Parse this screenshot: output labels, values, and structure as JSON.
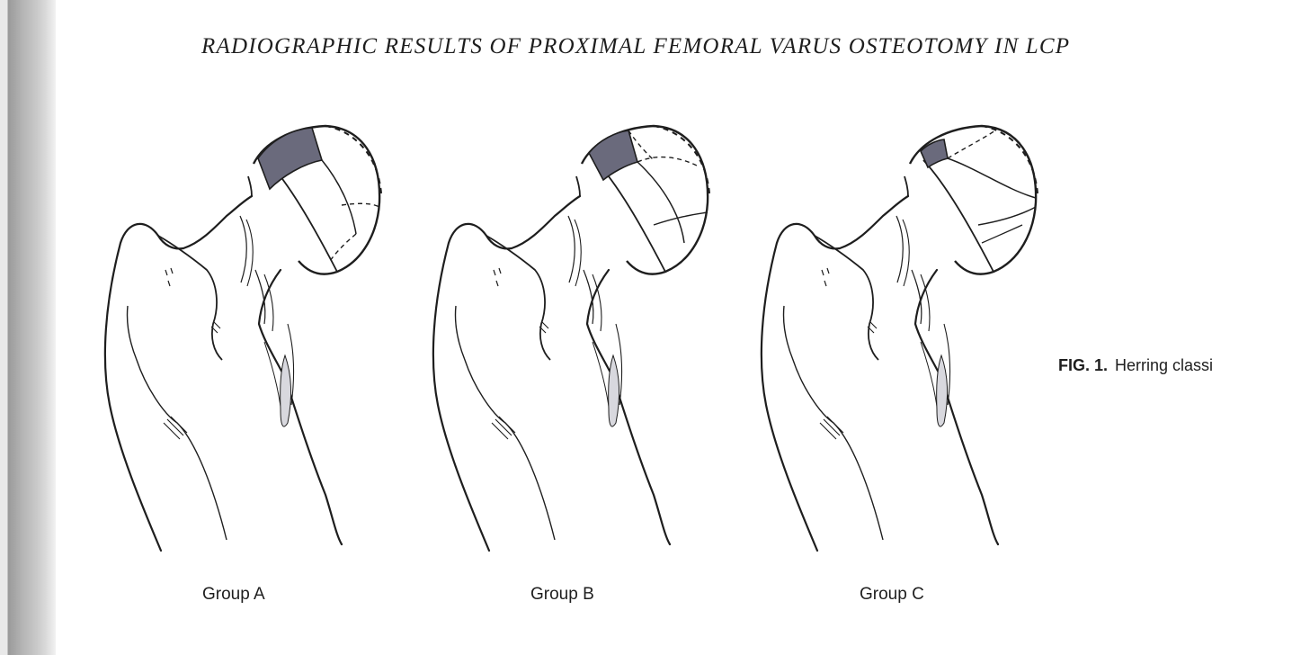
{
  "running_head": "RADIOGRAPHIC RESULTS OF PROXIMAL FEMORAL VARUS OSTEOTOMY IN LCP",
  "figure": {
    "number_label": "FIG. 1.",
    "caption_text": "Herring classi",
    "groups": [
      {
        "label": "Group A",
        "lateral_pillar": "intact"
      },
      {
        "label": "Group B",
        "lateral_pillar": "partially collapsed"
      },
      {
        "label": "Group C",
        "lateral_pillar": "severely collapsed"
      }
    ]
  },
  "colors": {
    "ink": "#1e1e1e",
    "pillar_shading": "#6a6a7c",
    "binding_shadow": "#9a9a9a"
  }
}
